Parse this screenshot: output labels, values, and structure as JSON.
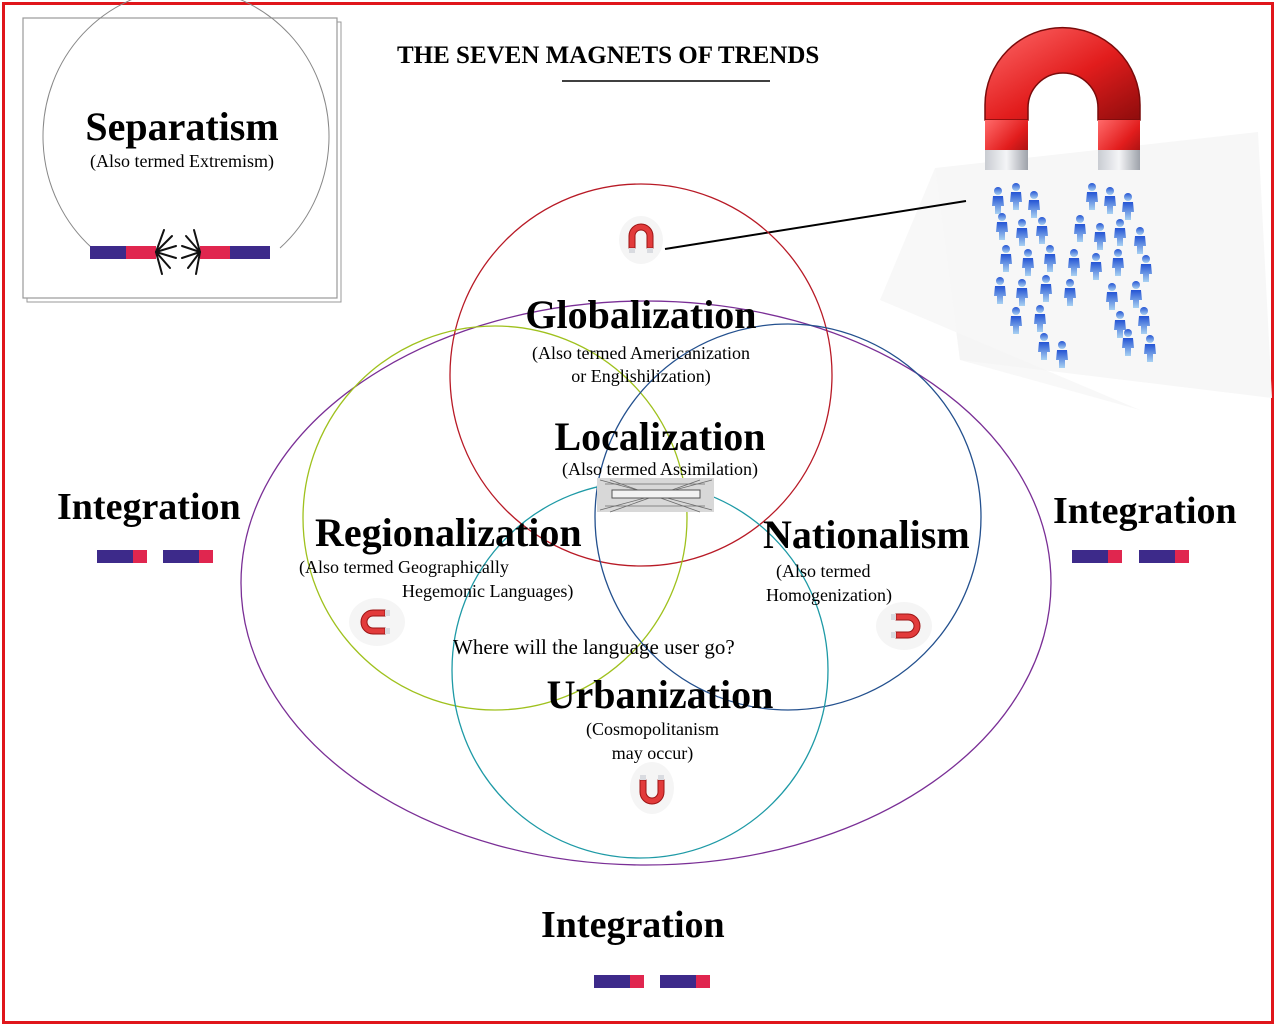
{
  "title": "THE SEVEN MAGNETS OF TRENDS",
  "separatism": {
    "label": "Separatism",
    "note": "(Also termed Extremism)"
  },
  "globalization": {
    "label": "Globalization",
    "note_line1": "(Also termed Americanization",
    "note_line2": "or Englishilization)"
  },
  "localization": {
    "label": "Localization",
    "note": "(Also termed Assimilation)"
  },
  "regionalization": {
    "label": "Regionalization",
    "note_line1": "(Also termed Geographically",
    "note_line2": "Hegemonic Languages)"
  },
  "nationalism": {
    "label": "Nationalism",
    "note_line1": "(Also termed",
    "note_line2": "Homogenization)"
  },
  "urbanization": {
    "label": "Urbanization",
    "note_line1": "(Cosmopolitanism",
    "note_line2": "may occur)"
  },
  "question": "Where will the language user go?",
  "integration_left": "Integration",
  "integration_right": "Integration",
  "integration_bottom": "Integration",
  "colors": {
    "frame": "#e0161b",
    "globalization_circle": "#b81a26",
    "regionalization_circle": "#9fc11d",
    "nationalism_circle": "#23508e",
    "urbanization_circle": "#1e9aa6",
    "integration_ellipse": "#7a2f96",
    "magnet_red": "#e23b3b",
    "bar_blue": "#3d2a8a",
    "bar_red": "#e0264f",
    "people_blue": "#2d66d8"
  },
  "icons": [
    "horseshoe-magnet-icon",
    "bar-magnet-icon",
    "iron-filings-icon",
    "crowd-icon"
  ]
}
